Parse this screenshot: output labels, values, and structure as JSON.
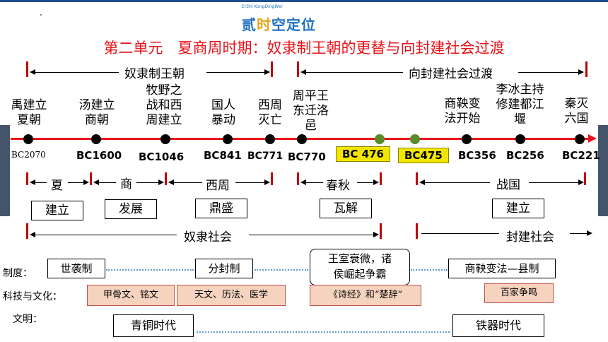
{
  "logo": {
    "small": "ErShi KongDingWei",
    "main_a": "贰",
    "main_b": "时",
    "main_c": "空定位"
  },
  "title": "第二单元　夏商周时期：奴隶制王朝的更替与向封建社会过渡",
  "periods": {
    "left": "奴隶制王朝",
    "right": "向封建社会过渡"
  },
  "events": [
    {
      "text": "禹建立\n夏朝"
    },
    {
      "text": "汤建立\n商朝"
    },
    {
      "text": "牧野之\n战和西\n周建立"
    },
    {
      "text": "国人\n暴动"
    },
    {
      "text": "西周\n灭亡"
    },
    {
      "text": "周平王\n东迁洛\n邑"
    },
    {
      "text": "商鞅变\n法开始"
    },
    {
      "text": "李冰主持\n修建都江\n堰"
    },
    {
      "text": "秦灭\n六国"
    }
  ],
  "years": [
    "BC2070",
    "BC1600",
    "BC1046",
    "BC841",
    "BC771",
    "BC770",
    "BC 476",
    "BC475",
    "BC356",
    "BC256",
    "BC221"
  ],
  "eras": {
    "xia": "夏",
    "shang": "商",
    "xizhou": "西周",
    "chunqiu": "春秋",
    "zhanguo": "战国"
  },
  "phases": {
    "jianli1": "建立",
    "fazhan": "发展",
    "dingsheng": "鼎盛",
    "wajie": "瓦解",
    "jianli2": "建立"
  },
  "societies": {
    "slave": "奴隶社会",
    "feudal": "封建社会"
  },
  "rows": {
    "system": {
      "label": "制度：",
      "items": [
        "世袭制",
        "分封制",
        "王室衰微，诸\n侯崛起争霸",
        "商鞅变法—县制"
      ]
    },
    "culture": {
      "label": "科技与文化：",
      "items": [
        "甲骨文、铭文",
        "天文、历法、医学",
        "《诗经》和“楚辞”",
        "百家争鸣"
      ]
    },
    "civilization": {
      "label": "文明：",
      "items": [
        "青铜时代",
        "铁器时代"
      ]
    }
  },
  "colors": {
    "title": "#e8141b",
    "timeline": "#e8141b",
    "yellow": "#f2e600",
    "green_dot": "#5a8a2a",
    "culture_fill": "#f6d3bf",
    "dotted": "#5b9bd5",
    "side": "#44546a"
  }
}
